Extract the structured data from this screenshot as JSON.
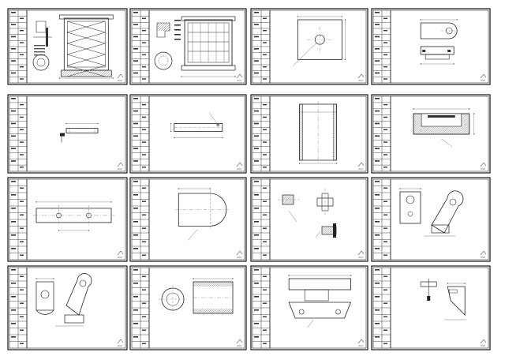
{
  "app": {
    "kind": "cad-drawing-thumbnail-grid",
    "rows": 4,
    "columns": 4
  },
  "colors": {
    "background": "#ffffff",
    "frame": "#000000",
    "line": "#222222",
    "thin_line": "#555555",
    "center_line": "#7a7a7a",
    "hatch": "#444444",
    "title_block_fill": "#ffffff"
  },
  "sheets": [
    {
      "id": 1,
      "drawing": "assembly-front"
    },
    {
      "id": 2,
      "drawing": "assembly-frame"
    },
    {
      "id": 3,
      "drawing": "square-plate-hole"
    },
    {
      "id": 4,
      "drawing": "bracket-rounded"
    },
    {
      "id": 5,
      "drawing": "flat-bar-small"
    },
    {
      "id": 6,
      "drawing": "flat-bar-large"
    },
    {
      "id": 7,
      "drawing": "channel-section"
    },
    {
      "id": 8,
      "drawing": "hatched-channel"
    },
    {
      "id": 9,
      "drawing": "long-bar-holes"
    },
    {
      "id": 10,
      "drawing": "rounded-plate"
    },
    {
      "id": 11,
      "drawing": "detail-views"
    },
    {
      "id": 12,
      "drawing": "lever-arm"
    },
    {
      "id": 13,
      "drawing": "lever-arm-2"
    },
    {
      "id": 14,
      "drawing": "round-and-bar"
    },
    {
      "id": 15,
      "drawing": "wide-plate"
    },
    {
      "id": 16,
      "drawing": "small-parts"
    }
  ]
}
